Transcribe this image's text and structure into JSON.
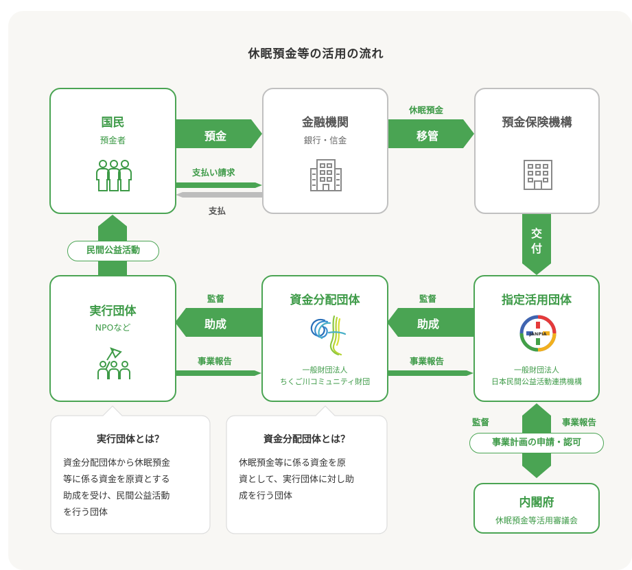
{
  "title": "休眠預金等の活用の流れ",
  "nodes": {
    "kokumin": {
      "title": "国民",
      "sub": "預金者"
    },
    "kinyu": {
      "title": "金融機関",
      "sub": "銀行・信金"
    },
    "yokin_hoken": {
      "title": "預金保険機構"
    },
    "shitei": {
      "title": "指定活用団体",
      "org_line1": "一般財団法人",
      "org_line2": "日本民間公益活動連携機構",
      "logo_text": "JANPIA"
    },
    "shikin": {
      "title": "資金分配団体",
      "org_line1": "一般財団法人",
      "org_line2": "ちくご川コミュニティ財団"
    },
    "jikko": {
      "title": "実行団体",
      "sub": "NPOなど"
    },
    "naikaku": {
      "title": "内閣府",
      "sub": "休眠預金等活用審議会"
    }
  },
  "flows": {
    "yokin": "預金",
    "shiharai_seikyu": "支払い請求",
    "shiharai": "支払",
    "kyumin_yokin": "休眠預金",
    "ikan": "移管",
    "kofu": "交付",
    "kantoku_1": "監督",
    "josei_1": "助成",
    "jigyo_hokoku_1": "事業報告",
    "kantoku_2": "監督",
    "josei_2": "助成",
    "jigyo_hokoku_2": "事業報告",
    "kantoku_3": "監督",
    "jigyo_hokoku_3": "事業報告"
  },
  "pills": {
    "minkan_koeki": "民間公益活動",
    "shinsei": "事業計画の申請・認可"
  },
  "bubbles": {
    "jikko": {
      "title": "実行団体とは？",
      "lines": [
        "資金分配団体から休眠預金",
        "等に係る資金を原資とする",
        "助成を受け、民間公益活動",
        "を行う団体"
      ]
    },
    "shikin": {
      "title": "資金分配団体とは？",
      "lines": [
        "休眠預金等に係る資金を原",
        "資として、実行団体に対し助",
        "成を行う団体"
      ]
    }
  },
  "colors": {
    "green": "#4aa453",
    "green_text": "#3d9a47",
    "gray": "#c0c0c0",
    "background": "#f8f7f4"
  }
}
